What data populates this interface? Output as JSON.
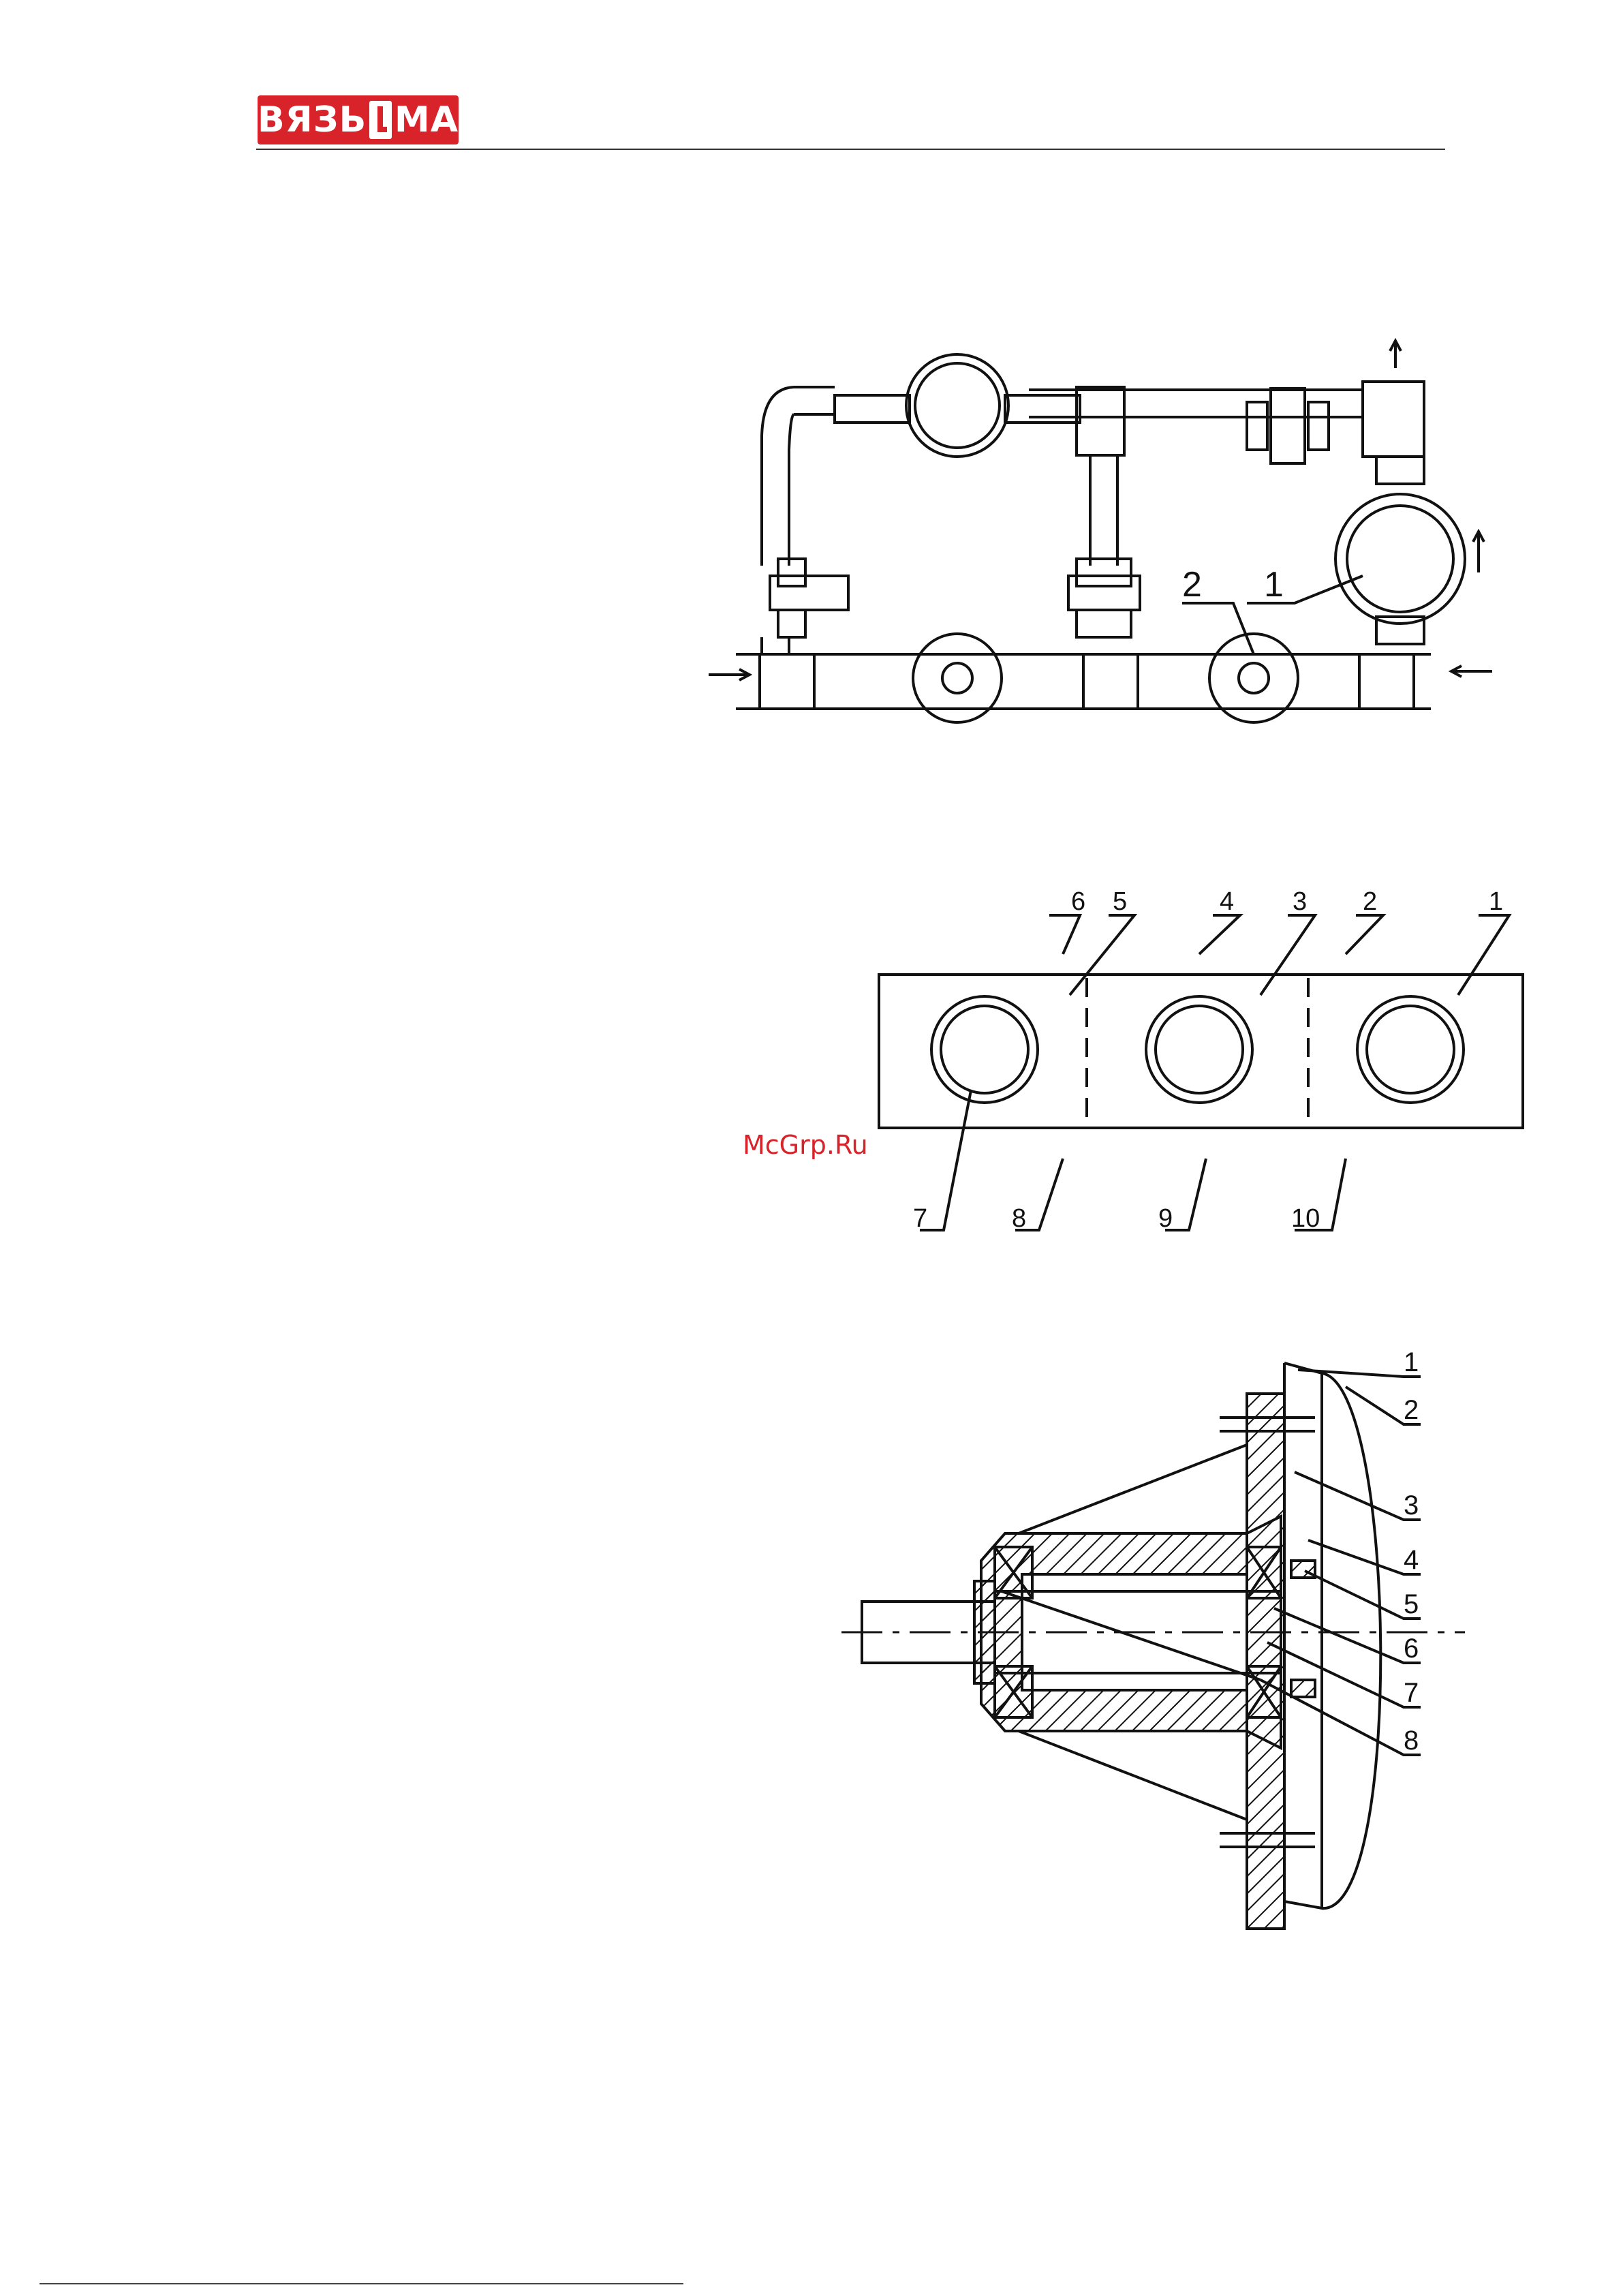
{
  "logo": {
    "left": "ВЯЗЬ",
    "right": "МА"
  },
  "watermark": "McGrp.Ru",
  "figure1": {
    "labels": [
      "2",
      "1"
    ]
  },
  "figure2": {
    "labels": [
      "6",
      "5",
      "4",
      "3",
      "2",
      "1",
      "7",
      "8",
      "9",
      "10"
    ]
  },
  "figure3": {
    "labels": [
      "1",
      "2",
      "3",
      "4",
      "5",
      "6",
      "7",
      "8"
    ]
  }
}
